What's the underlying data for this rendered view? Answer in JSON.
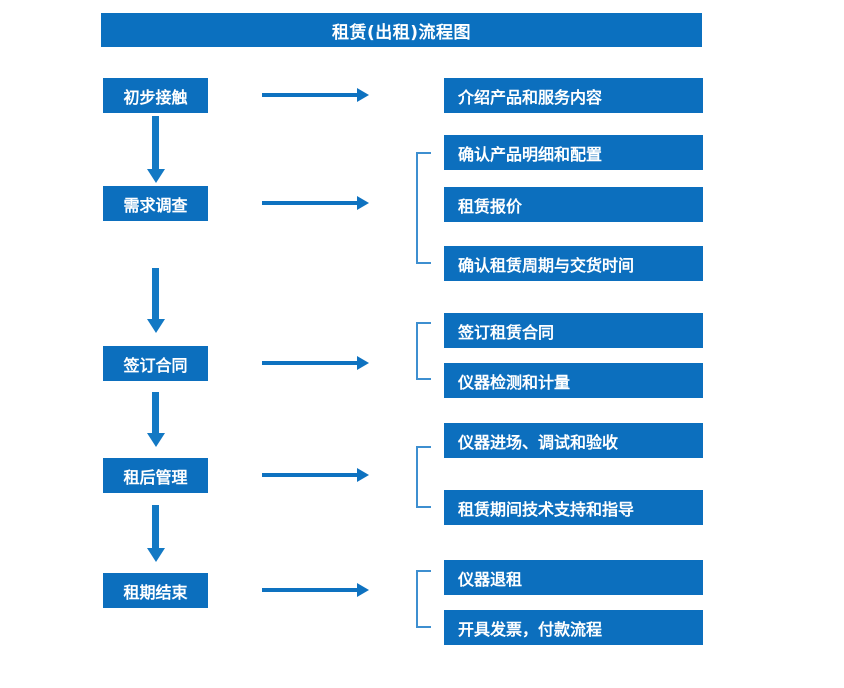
{
  "chart_data": {
    "type": "diagram",
    "title": "租赁(出租)流程图",
    "orientation": "vertical-flow-with-branches",
    "stages": [
      {
        "stage": "初步接触",
        "details": [
          "介绍产品和服务内容"
        ],
        "bracketed": false
      },
      {
        "stage": "需求调查",
        "details": [
          "确认产品明细和配置",
          "租赁报价",
          "确认租赁周期与交货时间"
        ],
        "bracketed": true
      },
      {
        "stage": "签订合同",
        "details": [
          "签订租赁合同",
          "仪器检测和计量"
        ],
        "bracketed": true
      },
      {
        "stage": "租后管理",
        "details": [
          "仪器进场、调试和验收",
          "租赁期间技术支持和指导"
        ],
        "bracketed": true
      },
      {
        "stage": "租期结束",
        "details": [
          "仪器退租",
          "开具发票，付款流程"
        ],
        "bracketed": true
      }
    ]
  },
  "header": {
    "title": "租赁(出租)流程图"
  },
  "colors": {
    "title_bar": "#0B70BF",
    "box_fill": "#0C6FBE",
    "box_text": "#FFFFFF",
    "vertical_arrow": "#1379C4",
    "horizontal_arrow": "#0E72C0",
    "bracket": "#3E8FD0",
    "background": "#FFFFFF"
  },
  "stages": {
    "s1": "初步接触",
    "s2": "需求调查",
    "s3": "签订合同",
    "s4": "租后管理",
    "s5": "租期结束"
  },
  "details": {
    "d1_1": "介绍产品和服务内容",
    "d2_1": "确认产品明细和配置",
    "d2_2": "租赁报价",
    "d2_3": "确认租赁周期与交货时间",
    "d3_1": "签订租赁合同",
    "d3_2": "仪器检测和计量",
    "d4_1": "仪器进场、调试和验收",
    "d4_2": "租赁期间技术支持和指导",
    "d5_1": "仪器退租",
    "d5_2": "开具发票，付款流程"
  }
}
